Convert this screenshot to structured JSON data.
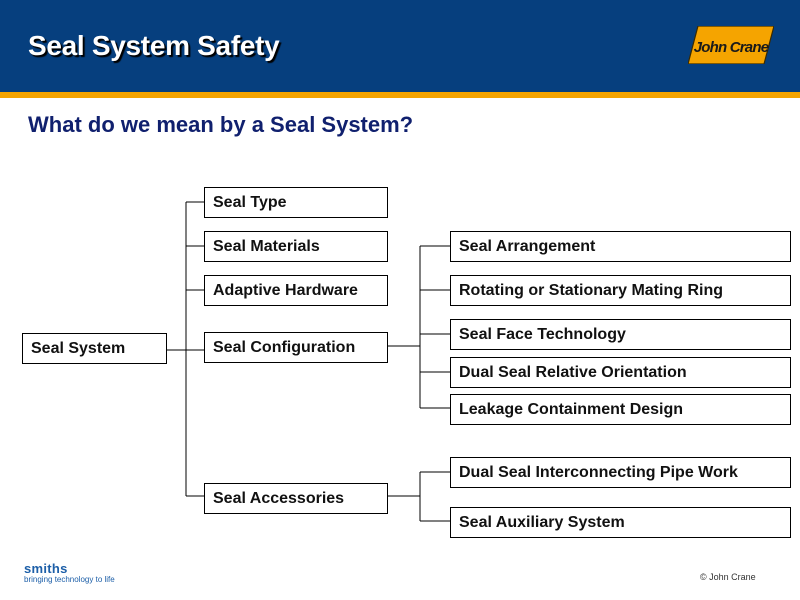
{
  "header": {
    "title": "Seal System Safety",
    "logo_text": "John Crane",
    "bg_color": "#063f7e",
    "stripe_color": "#f5a400"
  },
  "subtitle": "What do we mean by a Seal System?",
  "diagram": {
    "root": "Seal System",
    "level1": [
      "Seal Type",
      "Seal Materials",
      "Adaptive Hardware",
      "Seal Configuration",
      "Seal Accessories"
    ],
    "configuration_children": [
      "Seal Arrangement",
      "Rotating or Stationary Mating Ring",
      "Seal Face Technology",
      "Dual Seal Relative Orientation",
      "Leakage Containment Design"
    ],
    "accessories_children": [
      "Dual Seal Interconnecting Pipe Work",
      "Seal Auxiliary System"
    ]
  },
  "footer": {
    "brand": "smiths",
    "tagline": "bringing technology to life",
    "copyright": "© John Crane"
  }
}
